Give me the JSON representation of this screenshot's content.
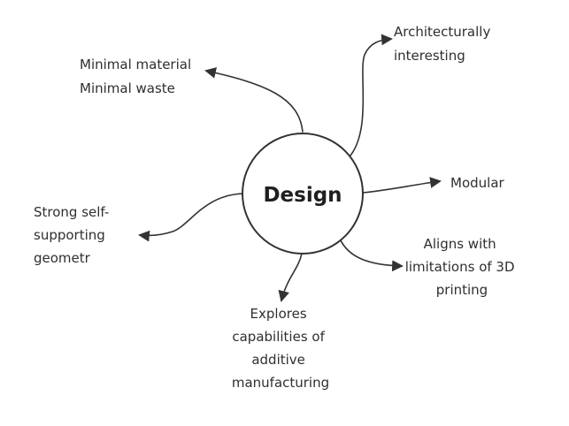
{
  "center": {
    "label": "Design"
  },
  "branches": {
    "minimal": {
      "lines": [
        "Minimal material",
        "Minimal waste"
      ]
    },
    "architectural": {
      "lines": [
        "Architecturally",
        "interesting"
      ]
    },
    "modular": {
      "lines": [
        "Modular"
      ]
    },
    "aligns": {
      "lines": [
        "Aligns with",
        "limitations of 3D",
        "printing"
      ]
    },
    "explores": {
      "lines": [
        "Explores",
        "capabilities of",
        "additive",
        "manufacturing"
      ]
    },
    "strong": {
      "lines": [
        "Strong self-",
        "supporting",
        "geometr"
      ]
    }
  },
  "colors": {
    "stroke": "#333333",
    "text": "#2f2f2f",
    "background": "#ffffff"
  }
}
